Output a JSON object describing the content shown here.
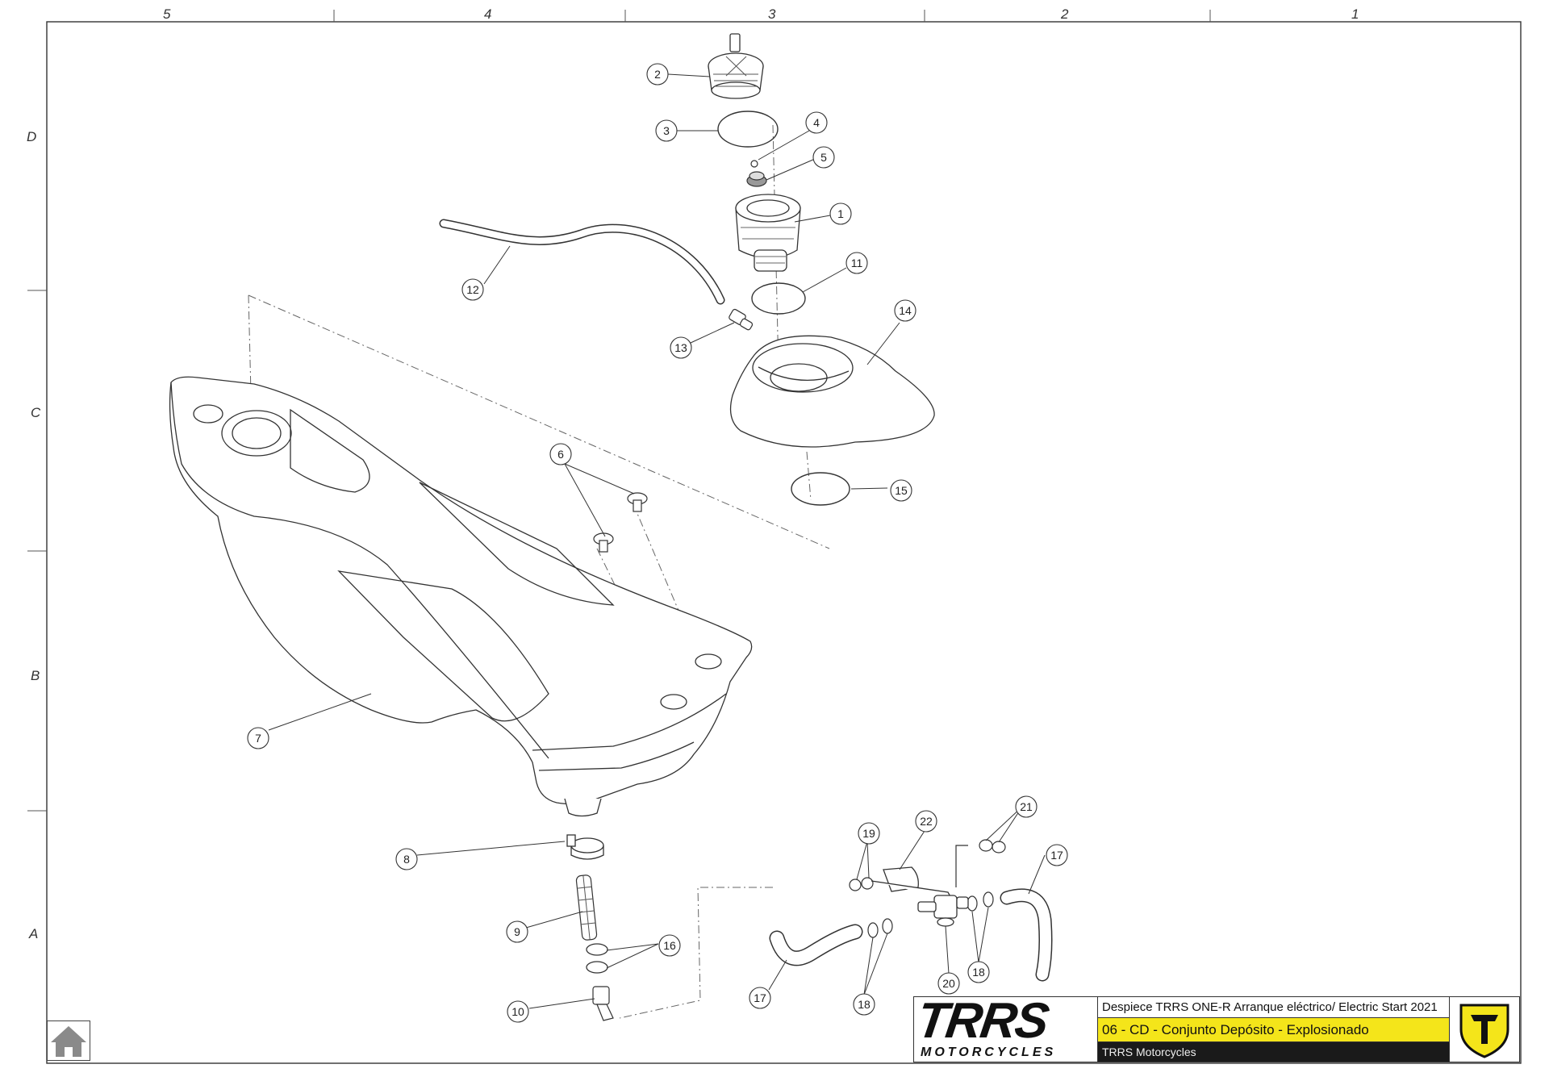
{
  "ruler": {
    "columns": [
      "5",
      "4",
      "3",
      "2",
      "1"
    ],
    "rows": [
      "D",
      "C",
      "B",
      "A"
    ]
  },
  "callouts": [
    "1",
    "2",
    "3",
    "4",
    "5",
    "6",
    "7",
    "8",
    "9",
    "10",
    "11",
    "12",
    "13",
    "14",
    "15",
    "16",
    "17",
    "17",
    "18",
    "18",
    "19",
    "20",
    "21",
    "22"
  ],
  "title_block": {
    "logo_main": "TRRS",
    "logo_sub": "MOTORCYCLES",
    "line1": "Despiece TRRS ONE-R  Arranque eléctrico/ Electric Start 2021",
    "line2": "06 - CD - Conjunto Depósito - Explosionado",
    "line3": "TRRS Motorcycles"
  },
  "colors": {
    "accent": "#f4e51a",
    "ink": "#333333",
    "dark_band": "#1a1a1a"
  },
  "icons": {
    "home": "home-icon",
    "emblem": "trrs-shield-emblem-icon"
  }
}
